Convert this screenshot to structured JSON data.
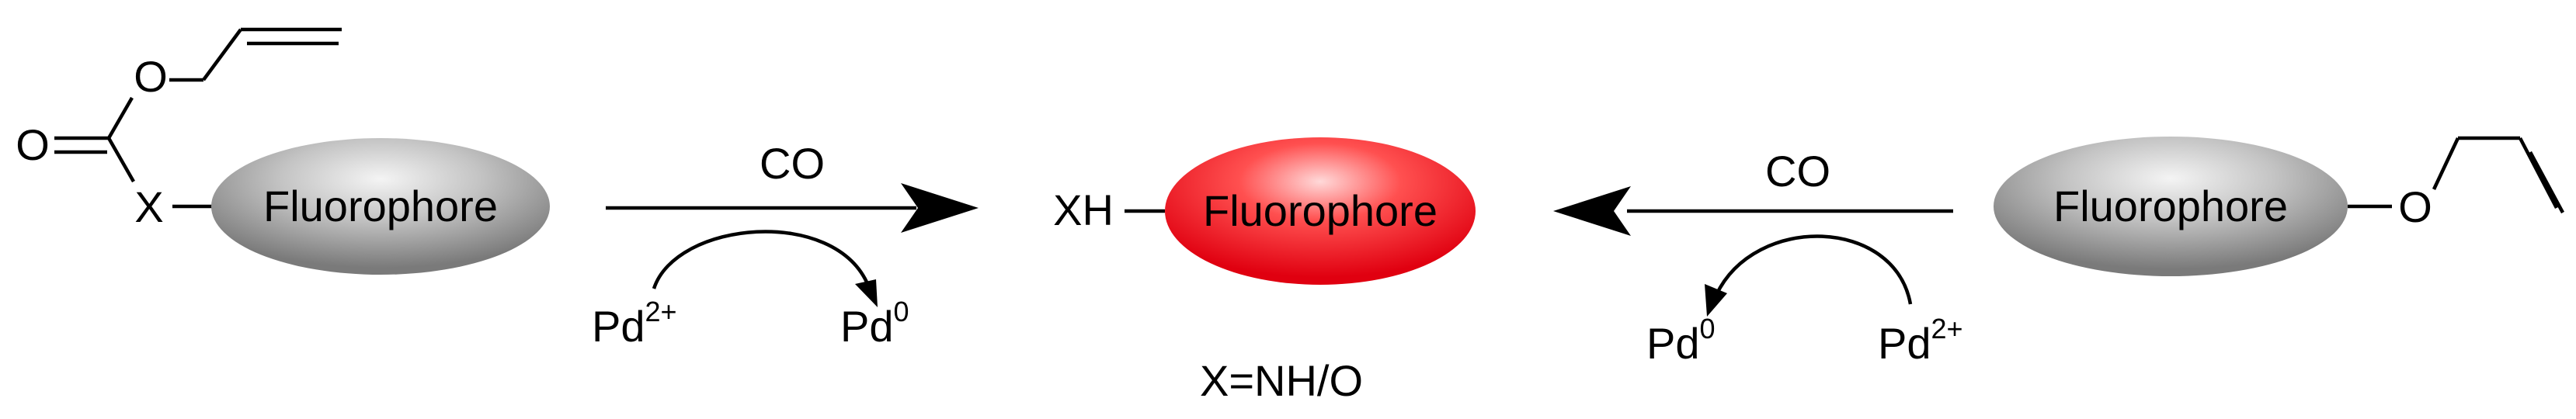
{
  "reactions": {
    "left_reagent": "CO",
    "right_reagent": "CO",
    "left_catalyst_from": "Pd",
    "left_catalyst_from_charge": "2+",
    "left_catalyst_to": "Pd",
    "left_catalyst_to_charge": "0",
    "right_catalyst_from": "Pd",
    "right_catalyst_from_charge": "2+",
    "right_catalyst_to": "Pd",
    "right_catalyst_to_charge": "0"
  },
  "left_substrate": {
    "fluorophore_label": "Fluorophore",
    "carbonyl_oxygen": "O",
    "ester_oxygen": "O",
    "linker_atom": "X"
  },
  "product": {
    "fluorophore_label": "Fluorophore",
    "group": "XH",
    "note": "X=NH/O"
  },
  "right_substrate": {
    "fluorophore_label": "Fluorophore",
    "ether_oxygen": "O"
  },
  "colors": {
    "gray_ellipse": "#8c8c8c",
    "red_ellipse": "#e8141c",
    "line": "#000000"
  }
}
